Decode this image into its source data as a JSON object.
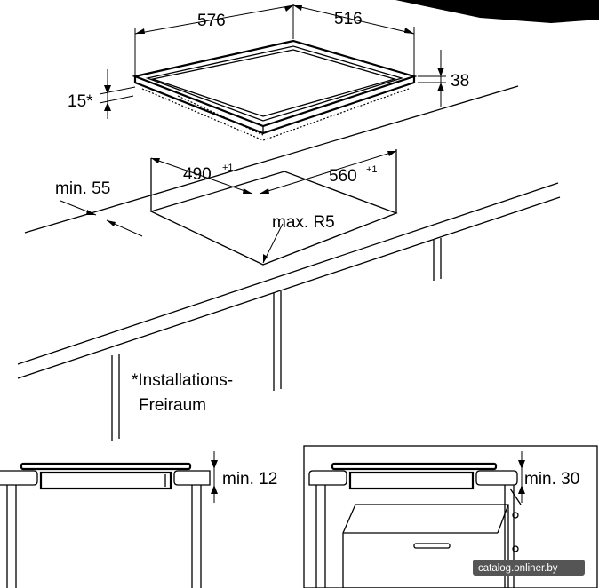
{
  "dimensions": {
    "width_576": "576",
    "depth_516": "516",
    "height_38": "38",
    "gap_15": "15*",
    "cutout_width": "490",
    "cutout_width_tol": "+1",
    "cutout_depth": "560",
    "cutout_depth_tol": "+1",
    "min_edge": "min. 55",
    "radius": "max. R5",
    "min_12": "min. 12",
    "min_30": "min. 30"
  },
  "note": {
    "line1": "*Installations-",
    "line2": "Freiraum"
  },
  "watermark": "catalog.onliner.by",
  "colors": {
    "ink": "#000000",
    "background": "#ffffff",
    "watermark_bg": "#555555"
  }
}
